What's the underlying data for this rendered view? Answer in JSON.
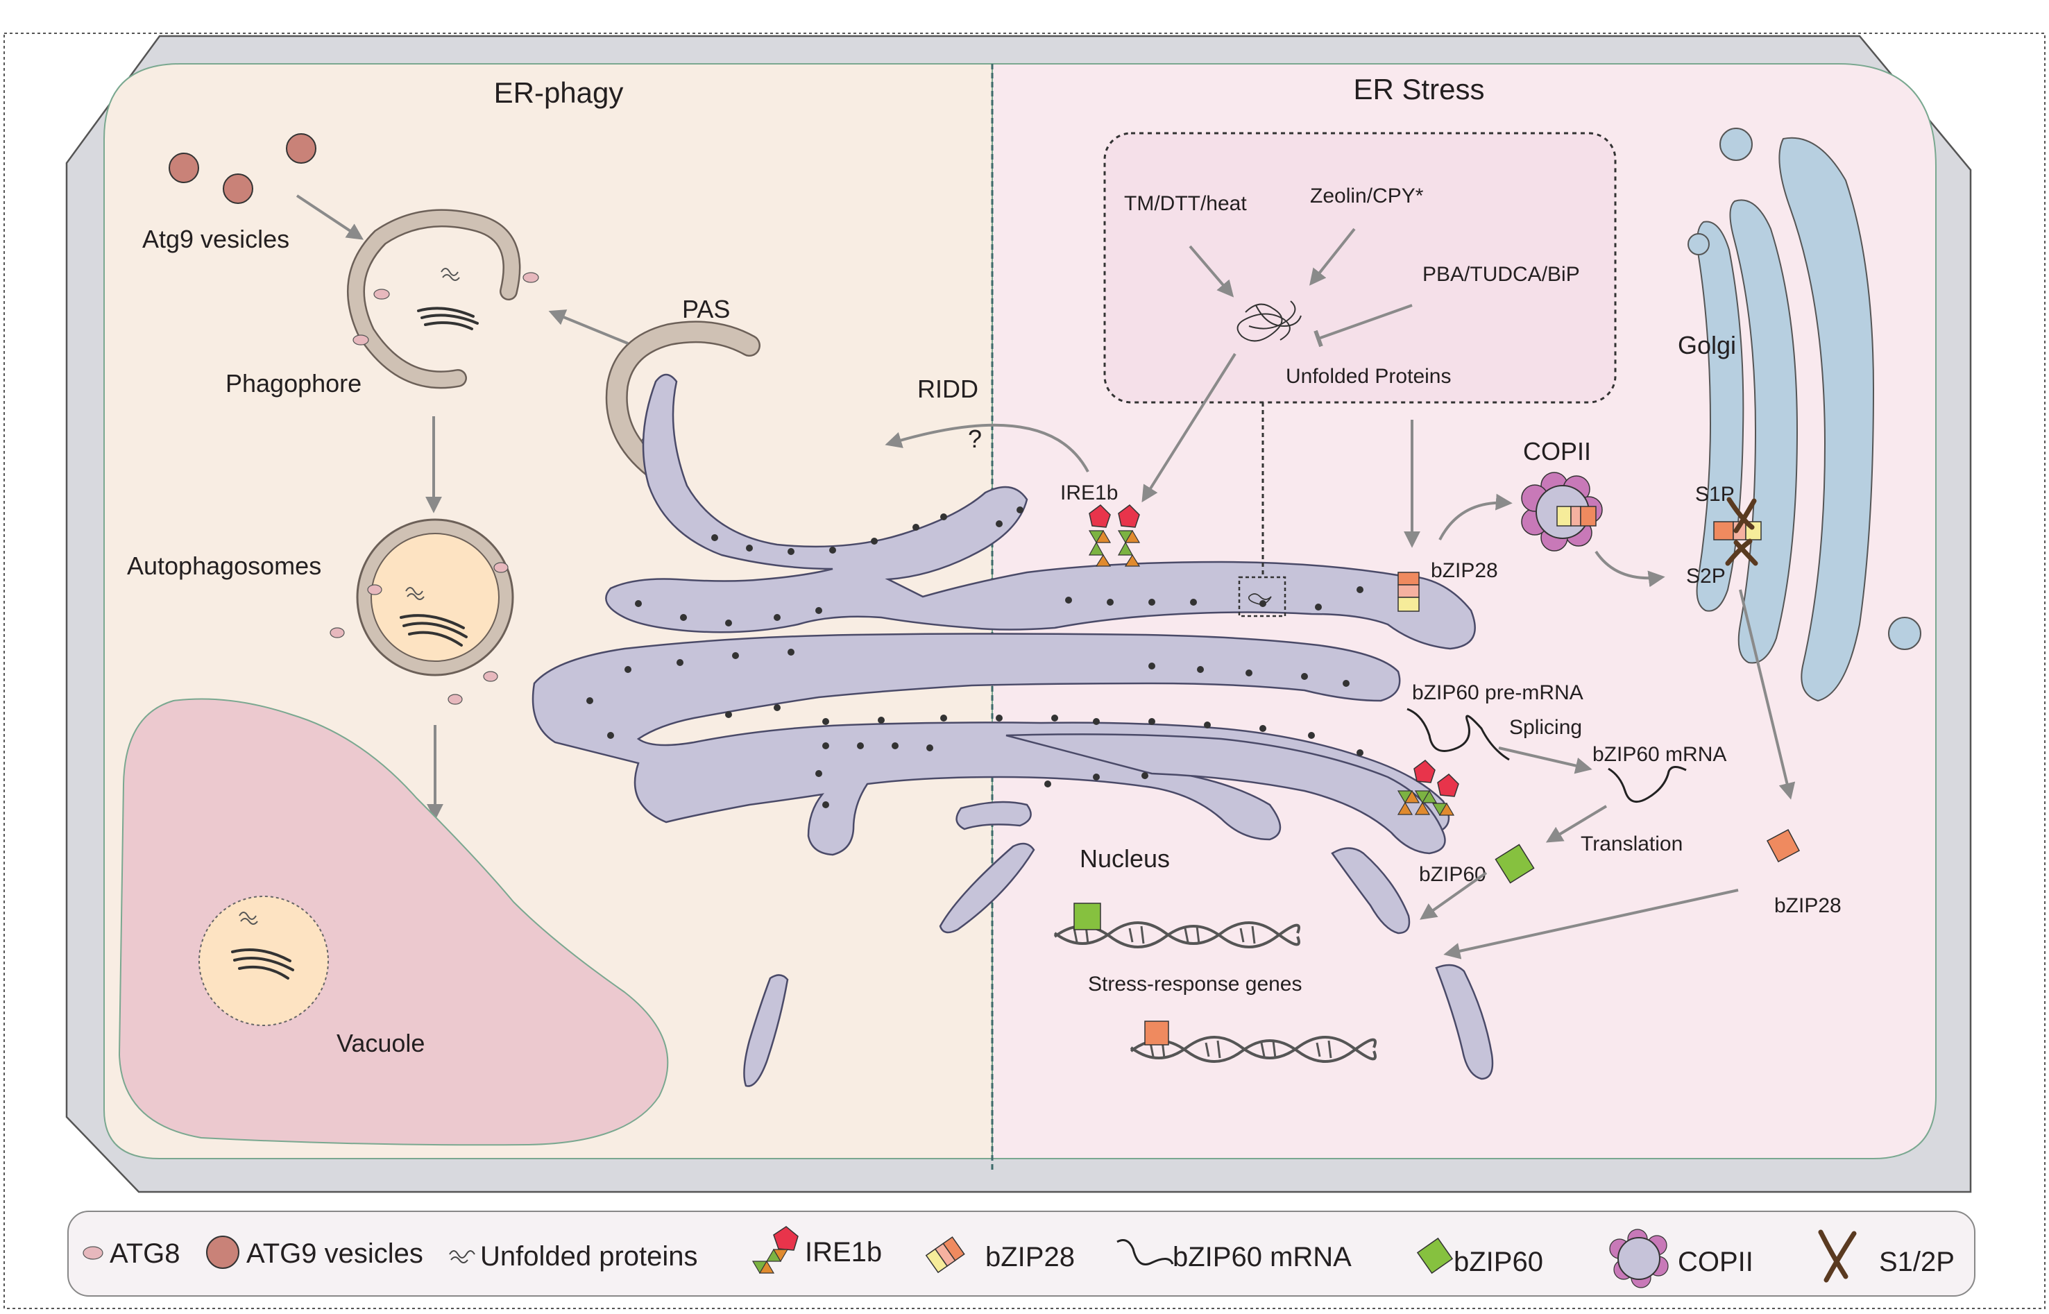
{
  "sections": {
    "left_title": "ER-phagy",
    "right_title": "ER Stress"
  },
  "labels": {
    "atg9_vesicles": "Atg9 vesicles",
    "phagophore": "Phagophore",
    "pas": "PAS",
    "autophagosomes": "Autophagosomes",
    "vacuole": "Vacuole",
    "ridd": "RIDD",
    "question": "?",
    "ire1b": "IRE1b",
    "tm_dtt_heat": "TM/DTT/heat",
    "zeolin_cpy": "Zeolin/CPY*",
    "pba_tudca_bip": "PBA/TUDCA/BiP",
    "unfolded_proteins": "Unfolded Proteins",
    "golgi": "Golgi",
    "copii": "COPII",
    "bzip28_er": "bZIP28",
    "s1p": "S1P",
    "s2p": "S2P",
    "bzip60_pre_mrna": "bZIP60 pre-mRNA",
    "splicing": "Splicing",
    "bzip60_mrna": "bZIP60 mRNA",
    "translation": "Translation",
    "bzip60": "bZIP60",
    "nucleus": "Nucleus",
    "bzip28_free": "bZIP28",
    "stress_response_genes": "Stress-response genes"
  },
  "legend": [
    {
      "icon": "atg8-icon",
      "label": "ATG8"
    },
    {
      "icon": "atg9-vesicle-icon",
      "label": "ATG9 vesicles"
    },
    {
      "icon": "unfolded-protein-icon",
      "label": "Unfolded proteins"
    },
    {
      "icon": "ire1b-icon",
      "label": "IRE1b"
    },
    {
      "icon": "bzip28-icon",
      "label": "bZIP28"
    },
    {
      "icon": "mrna-icon",
      "label": "bZIP60 mRNA"
    },
    {
      "icon": "bzip60-icon",
      "label": "bZIP60"
    },
    {
      "icon": "copii-icon",
      "label": "COPII"
    },
    {
      "icon": "s12p-icon",
      "label": "S1/2P"
    }
  ],
  "colors": {
    "left_panel": "#f8ede3",
    "right_panel": "#f9e9ee",
    "cell_wall": "#d8d9de",
    "er": "#c6c3d9",
    "vacuole": "#ecc9cf",
    "golgi": "#b7cfe0",
    "atg9": "#c98278",
    "atg8": "#e7b8bd",
    "ire1b_red": "#e8344b",
    "ire1b_green": "#7cb342",
    "ire1b_orange": "#e08a2e",
    "bzip28_orange": "#ef8a5f",
    "bzip28_yellow": "#f6ec9a",
    "bzip60": "#86c13f",
    "copii": "#c879b8",
    "s12p": "#5a3a20",
    "arrow": "#8a8a8a"
  }
}
